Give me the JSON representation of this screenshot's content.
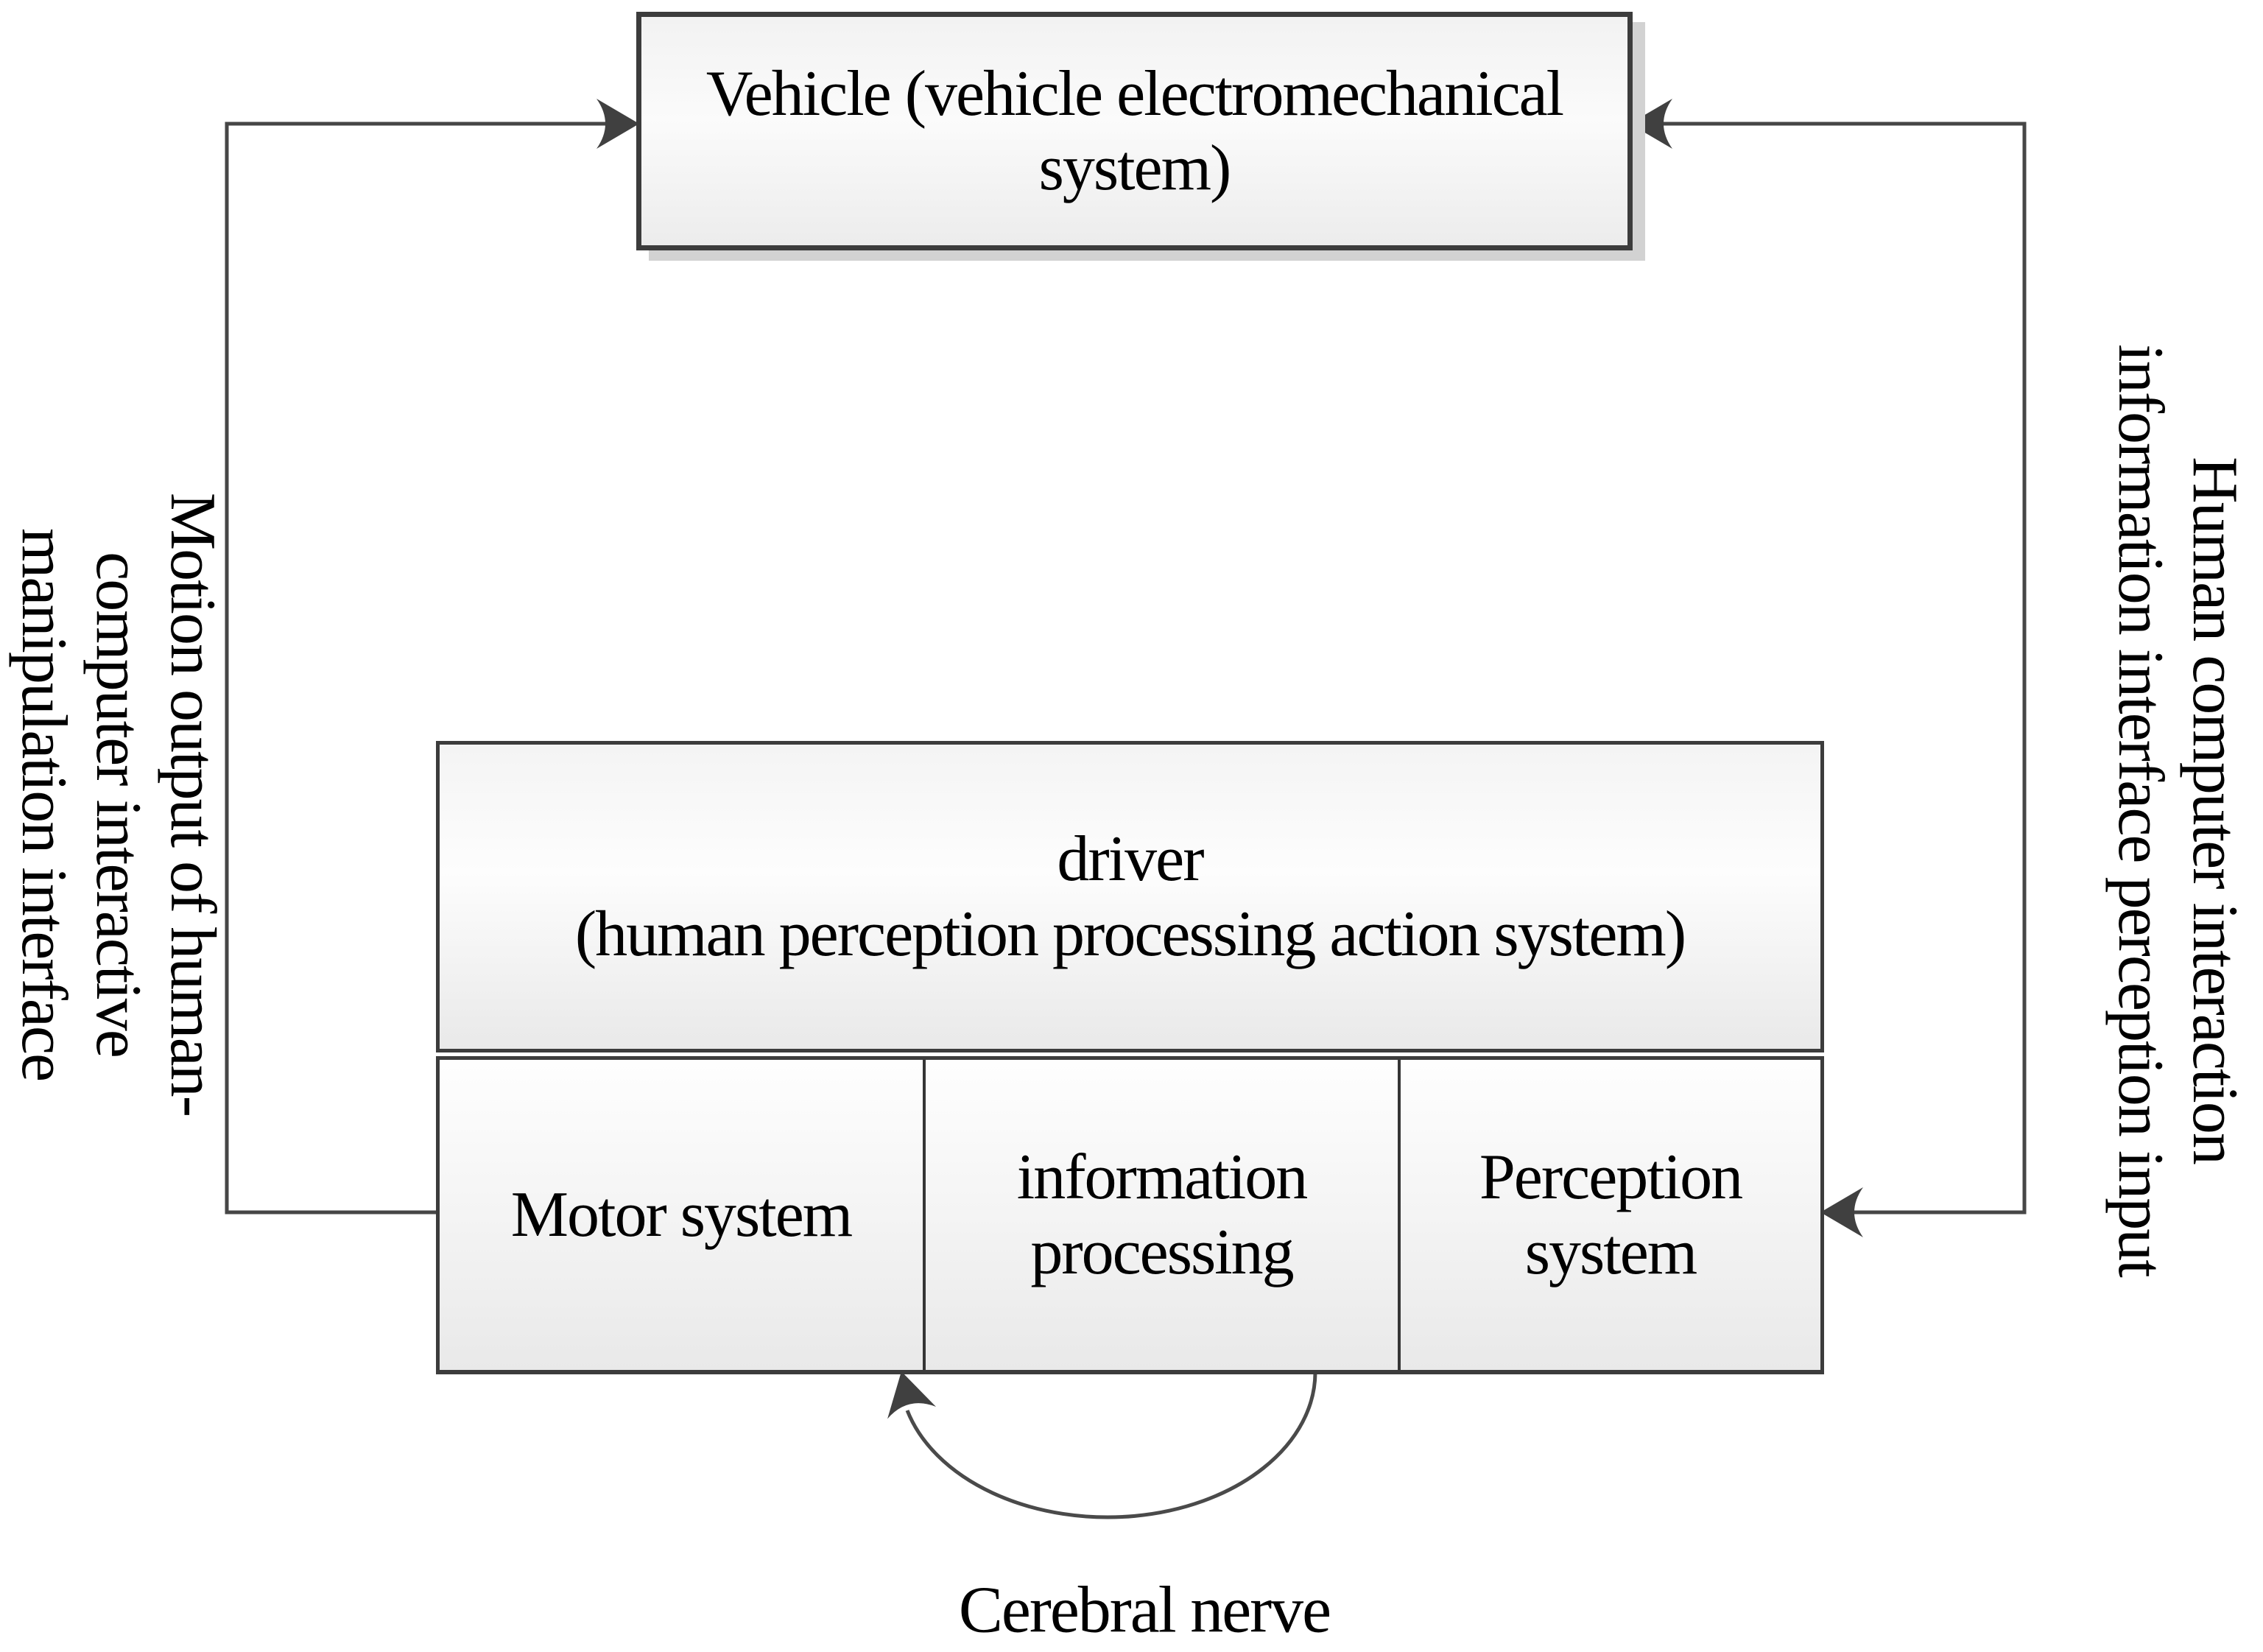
{
  "diagram": {
    "boxes": {
      "vehicle": {
        "label": "Vehicle (vehicle electromechanical\nsystem)"
      },
      "driver": {
        "label": "driver\n(human perception processing action system)"
      },
      "motor": {
        "label": "Motor system"
      },
      "information": {
        "label": "information\nprocessing"
      },
      "perception": {
        "label": "Perception\nsystem"
      }
    },
    "edge_labels": {
      "left": "Motion output of human-\ncomputer interactive\nmanipulation interface",
      "right": "Human computer interaction\ninformation interface perception input",
      "bottom": "Cerebral nerve"
    },
    "colors": {
      "line": "#464646",
      "arrowhead": "#404040",
      "box_border": "#3c3c3c",
      "box_fill_top": "#fdfdfd",
      "box_fill_bottom": "#e9e9e9",
      "shadow": "#d2d2d2",
      "text": "#000000"
    }
  }
}
